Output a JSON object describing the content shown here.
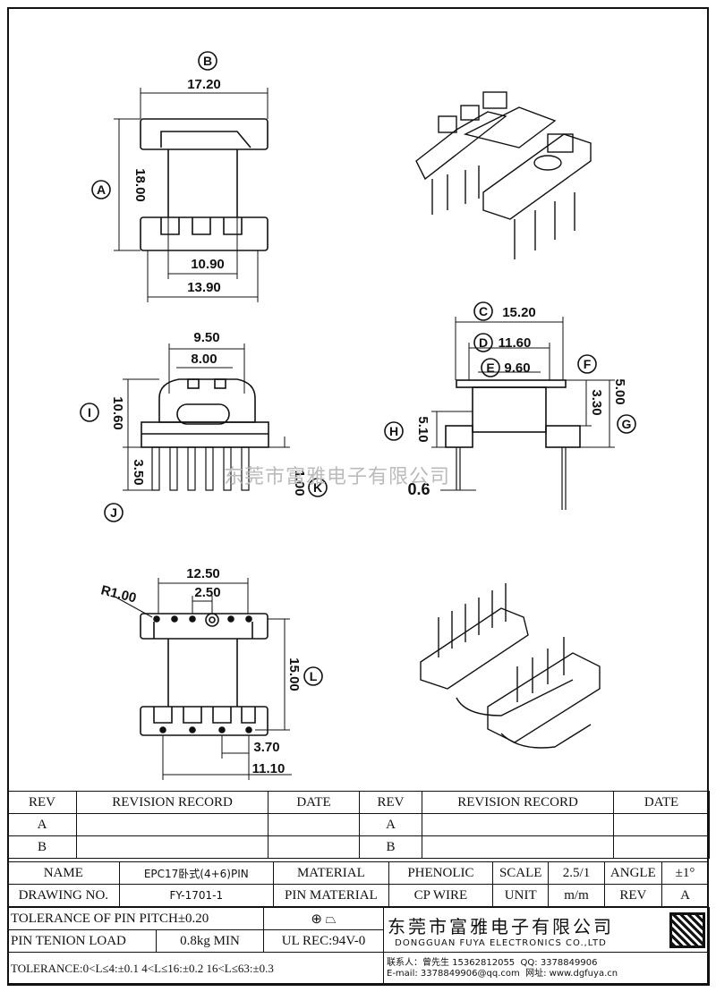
{
  "dims": {
    "top_width": "17.20",
    "top_height": "18.00",
    "top_inner": "10.90",
    "top_outer": "13.90",
    "front_w1": "9.50",
    "front_w2": "8.00",
    "front_h": "10.60",
    "front_pin": "3.50",
    "front_k": "1.00",
    "side_c": "15.20",
    "side_d": "11.60",
    "side_e": "9.60",
    "side_f": "3.30",
    "side_g": "5.00",
    "side_h": "5.10",
    "side_pin": "0.6",
    "bot_w1": "12.50",
    "bot_w2": "2.50",
    "bot_r": "R1.00",
    "bot_h": "15.00",
    "bot_b1": "3.70",
    "bot_b2": "11.10"
  },
  "labels": {
    "a": "A",
    "b": "B",
    "c": "C",
    "d": "D",
    "e": "E",
    "f": "F",
    "g": "G",
    "h": "H",
    "i": "I",
    "j": "J",
    "k": "K",
    "l": "L"
  },
  "watermark": "东莞市富雅电子有限公司",
  "table": {
    "rev_h": "REV",
    "record_h": "REVISION RECORD",
    "date_h": "DATE",
    "row_a": "A",
    "row_b": "B",
    "name_l": "NAME",
    "name_v": "EPC17卧式(4+6)PIN",
    "material_l": "MATERIAL",
    "material_v": "PHENOLIC",
    "scale_l": "SCALE",
    "scale_v": "2.5/1",
    "angle_l": "ANGLE",
    "angle_v": "±1°",
    "drawing_l": "DRAWING NO.",
    "drawing_v": "FY-1701-1",
    "pin_mat_l": "PIN MATERIAL",
    "pin_mat_v": "CP WIRE",
    "unit_l": "UNIT",
    "unit_v": "m/m",
    "rev_l": "REV",
    "rev_v": "A",
    "tol_pitch": "TOLERANCE OF PIN PITCH±0.20",
    "pin_load_l": "PIN TENION LOAD",
    "pin_load_v": "0.8kg MIN",
    "ul": "UL REC:94V-0",
    "tolerance": "TOLERANCE:0<L≤4:±0.1  4<L≤16:±0.2  16<L≤63:±0.3",
    "company_cn": "东莞市富雅电子有限公司",
    "company_en": "DONGGUAN FUYA ELECTRONICS CO.,LTD",
    "contact_l": "联系人：曾先生 15362812055",
    "qq": "QQ: 3378849906",
    "email": "E-mail: 3378849906@qq.com",
    "web": "网址: www.dgfuya.cn"
  }
}
